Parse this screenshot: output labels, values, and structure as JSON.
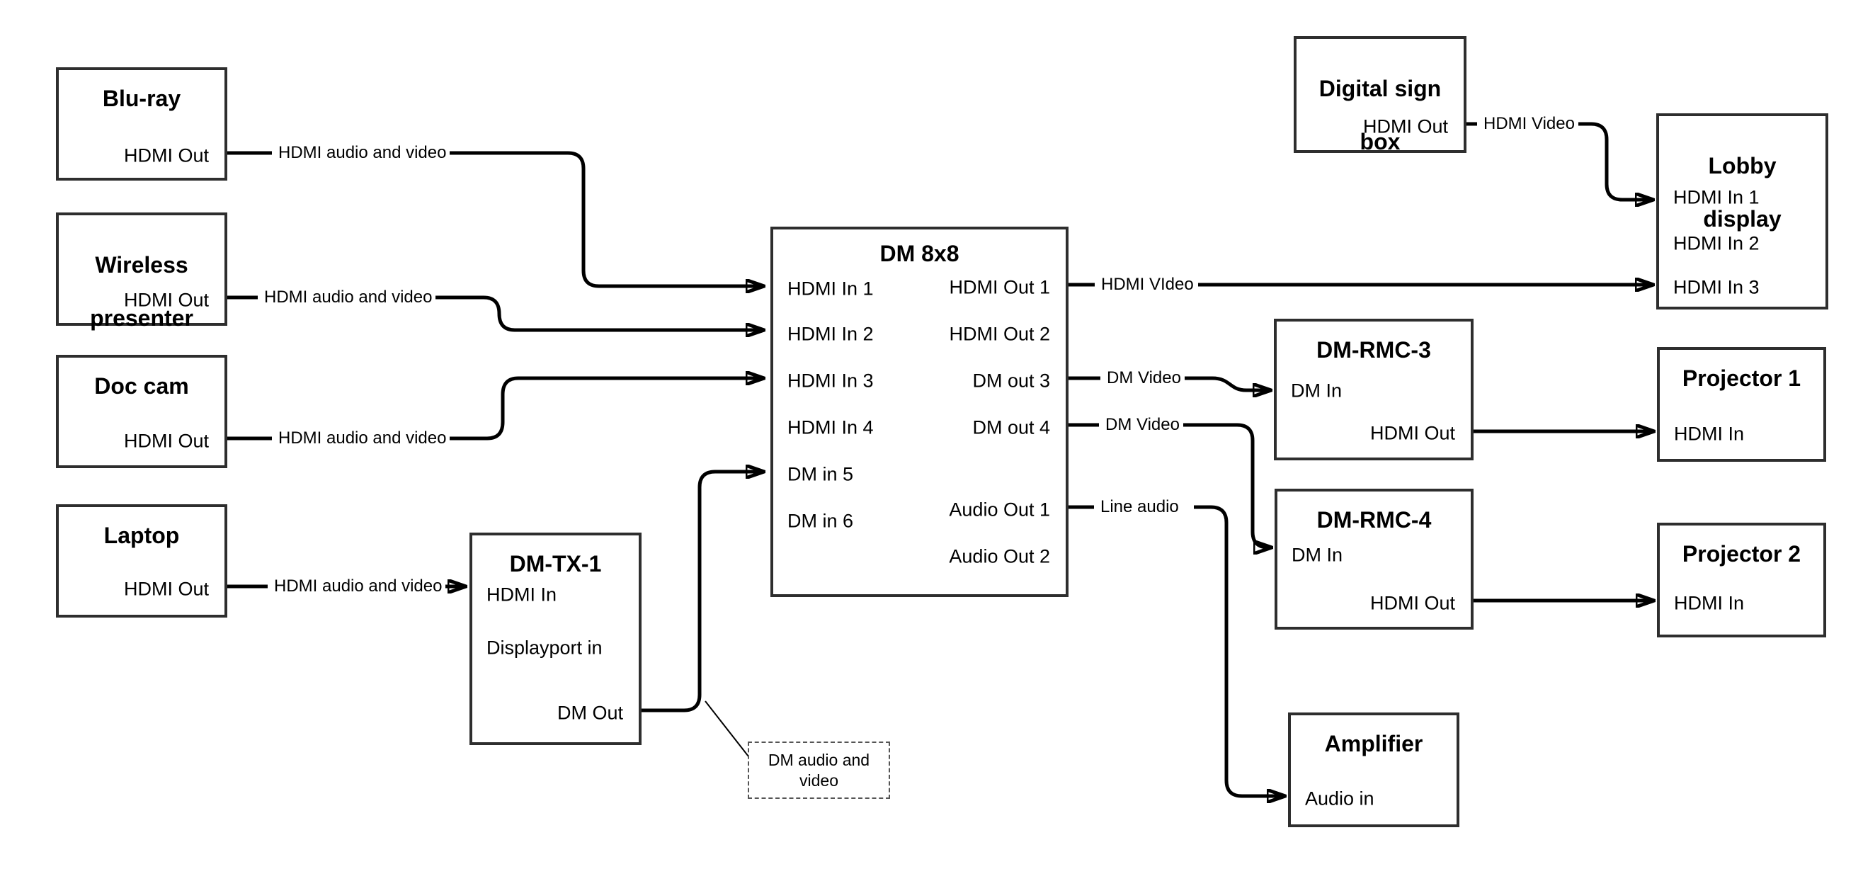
{
  "boxes": {
    "bluray": {
      "title": "Blu-ray",
      "port_hdmi_out": "HDMI Out"
    },
    "wireless": {
      "title_line1": "Wireless",
      "title_line2": "presenter",
      "port_hdmi_out": "HDMI Out"
    },
    "doccam": {
      "title": "Doc cam",
      "port_hdmi_out": "HDMI Out"
    },
    "laptop": {
      "title": "Laptop",
      "port_hdmi_out": "HDMI Out"
    },
    "dmtx1": {
      "title": "DM-TX-1",
      "port_hdmi_in": "HDMI In",
      "port_displayport_in": "Displayport in",
      "port_dm_out": "DM Out"
    },
    "dm8x8": {
      "title": "DM 8x8",
      "inputs": [
        "HDMI In 1",
        "HDMI In 2",
        "HDMI In 3",
        "HDMI In 4",
        "DM in 5",
        "DM in 6"
      ],
      "outputs": [
        "HDMI Out 1",
        "HDMI Out 2",
        "DM out 3",
        "DM out 4",
        "Audio Out 1",
        "Audio Out 2"
      ]
    },
    "digitalsign": {
      "title_line1": "Digital sign",
      "title_line2": "box",
      "port_hdmi_out": "HDMI Out"
    },
    "lobby": {
      "title_line1": "Lobby",
      "title_line2": "display",
      "inputs": [
        "HDMI In 1",
        "HDMI In 2",
        "HDMI In 3"
      ]
    },
    "dmrmc3": {
      "title": "DM-RMC-3",
      "port_dm_in": "DM In",
      "port_hdmi_out": "HDMI Out"
    },
    "proj1": {
      "title": "Projector 1",
      "port_hdmi_in": "HDMI In"
    },
    "dmrmc4": {
      "title": "DM-RMC-4",
      "port_dm_in": "DM In",
      "port_hdmi_out": "HDMI Out"
    },
    "proj2": {
      "title": "Projector 2",
      "port_hdmi_in": "HDMI In"
    },
    "amplifier": {
      "title": "Amplifier",
      "port_audio_in": "Audio in"
    }
  },
  "wire_labels": {
    "bluray_hdmi": "HDMI audio and video",
    "wireless_hdmi": "HDMI audio and video",
    "doccam_hdmi": "HDMI audio and video",
    "laptop_hdmi": "HDMI audio and video",
    "hdmi_out1": "HDMI VIdeo",
    "dm_out3": "DM Video",
    "dm_out4": "DM Video",
    "audio_out1": "Line audio",
    "digitalsign_hdmi": "HDMI Video"
  },
  "note": {
    "line1": "DM audio and",
    "line2": "video"
  },
  "colors": {
    "wire": "#000000",
    "border": "#2e2e2e",
    "text": "#000000",
    "background": "#ffffff"
  }
}
